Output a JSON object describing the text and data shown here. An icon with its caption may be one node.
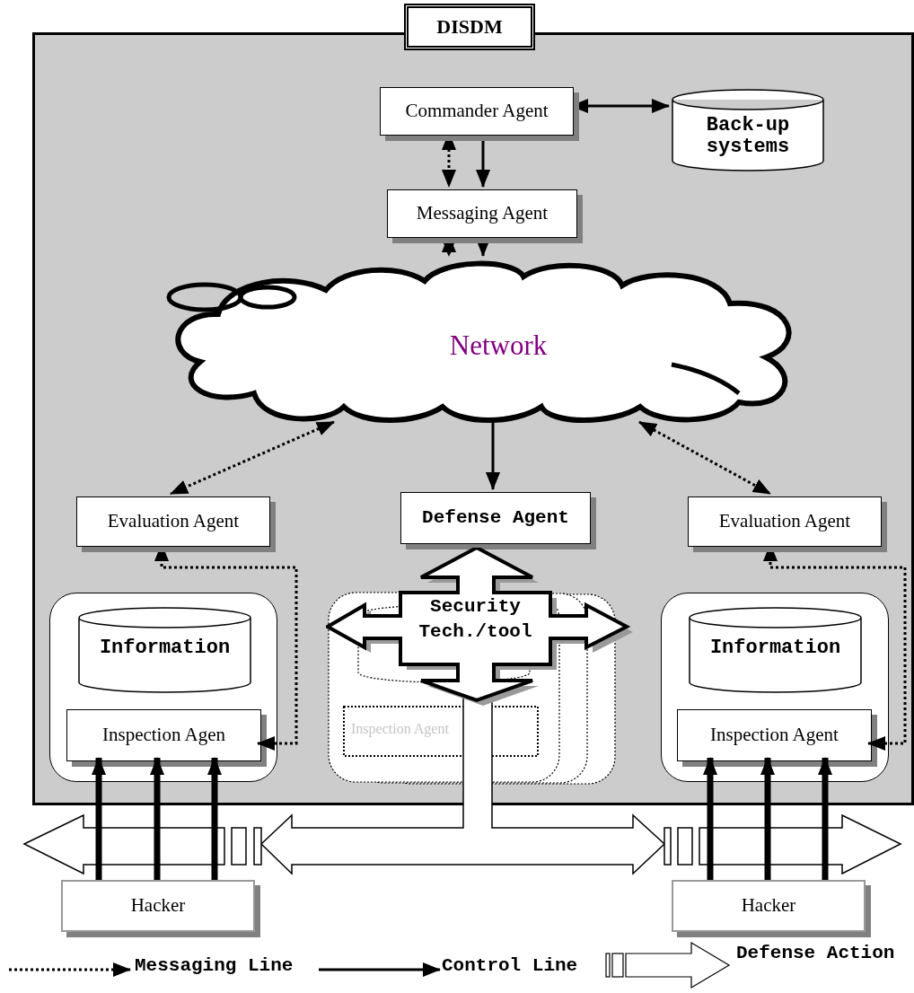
{
  "diagram": {
    "nodes": [
      {
        "text": [
          "DISDM"
        ]
      },
      {
        "text": [
          "Commander Agent"
        ],
        "in": 0
      },
      {
        "text": [
          "Back-up systems"
        ],
        "in": 0
      },
      {
        "text": [
          "Messaging Agent"
        ],
        "in": 0
      },
      {
        "text": [
          "Network"
        ],
        "in": 0
      },
      {
        "text": [
          "Evaluation Agent"
        ],
        "in": 0
      },
      {
        "text": [
          "Defense Agent"
        ],
        "in": 0
      },
      {
        "text": [
          "Evaluation Agent"
        ],
        "in": 0
      },
      {
        "text": [],
        "shape": "box",
        "in": 0
      },
      {
        "text": [
          "Information"
        ],
        "in": 8
      },
      {
        "text": [
          "Inspection Agen"
        ],
        "in": 8
      },
      {
        "text": [
          "Security Tech./tool"
        ],
        "in": 0
      },
      {
        "text": [],
        "shape": "box",
        "in": 0
      },
      {
        "text": [
          "Information"
        ],
        "in": 12
      },
      {
        "text": [
          "Inspection Agent"
        ],
        "in": 12
      },
      {
        "text": [
          "Hacker"
        ]
      },
      {
        "text": [
          "Hacker"
        ]
      }
    ],
    "edges": [
      {
        "from": 1,
        "to": 2,
        "arrow": "both"
      },
      {
        "from": 1,
        "to": 3,
        "arrow": "both",
        "style": "dashed"
      },
      {
        "from": 1,
        "to": 3,
        "arrow": "to"
      },
      {
        "from": 3,
        "to": 4,
        "arrow": "both",
        "style": "dashed"
      },
      {
        "from": 3,
        "to": 4,
        "arrow": "to"
      },
      {
        "from": 4,
        "to": 5,
        "arrow": "both",
        "style": "dashed"
      },
      {
        "from": 4,
        "to": 6,
        "arrow": "to"
      },
      {
        "from": 4,
        "to": 7,
        "arrow": "both",
        "style": "dashed"
      },
      {
        "from": 10,
        "to": 5,
        "arrow": "both",
        "style": "dashed"
      },
      {
        "from": 14,
        "to": 7,
        "arrow": "both",
        "style": "dashed"
      },
      {
        "from": 15,
        "to": 10,
        "arrow": "to",
        "style": "thick"
      },
      {
        "from": 15,
        "to": 10,
        "arrow": "to",
        "style": "thick"
      },
      {
        "from": 15,
        "to": 10,
        "arrow": "to",
        "style": "thick"
      },
      {
        "from": 16,
        "to": 14,
        "arrow": "to",
        "style": "thick"
      },
      {
        "from": 16,
        "to": 14,
        "arrow": "to",
        "style": "thick"
      },
      {
        "from": 16,
        "to": 14,
        "arrow": "to",
        "style": "thick"
      }
    ],
    "labels": [
      "Inspection Agent"
    ],
    "legend": [
      {
        "text": "Messaging Line"
      },
      {
        "text": "Control Line"
      },
      {
        "text": "Defense Action"
      }
    ]
  }
}
